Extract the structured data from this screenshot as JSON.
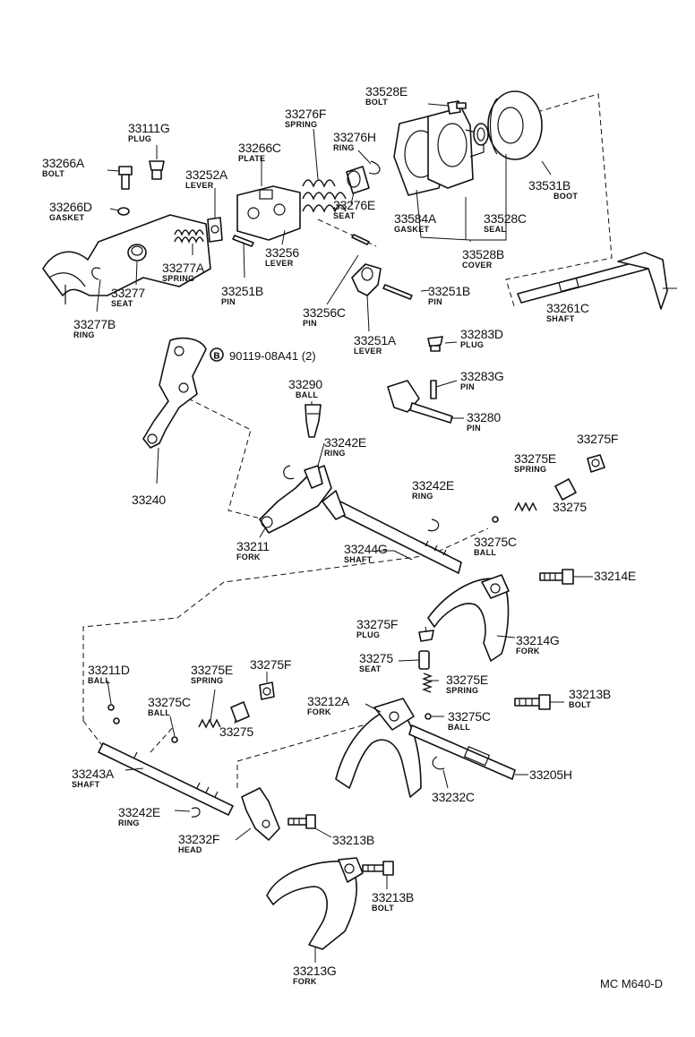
{
  "diagram_code": "MC M640-D",
  "callouts": [
    {
      "id": "bolt-33528e",
      "number": "33528E",
      "desc": "BOLT"
    },
    {
      "id": "spring-33276f",
      "number": "33276F",
      "desc": "SPRING"
    },
    {
      "id": "plug-33111g",
      "number": "33111G",
      "desc": "PLUG"
    },
    {
      "id": "ring-33276h",
      "number": "33276H",
      "desc": "RING"
    },
    {
      "id": "plate-33266c",
      "number": "33266C",
      "desc": "PLATE"
    },
    {
      "id": "bolt-33266a",
      "number": "33266A",
      "desc": "BOLT"
    },
    {
      "id": "lever-33252a",
      "number": "33252A",
      "desc": "LEVER"
    },
    {
      "id": "boot-33531b",
      "number": "33531B",
      "desc": "BOOT"
    },
    {
      "id": "gasket-33266d",
      "number": "33266D",
      "desc": "GASKET"
    },
    {
      "id": "seat-33276e",
      "number": "33276E",
      "desc": "SEAT"
    },
    {
      "id": "gasket-33584a",
      "number": "33584A",
      "desc": "GASKET"
    },
    {
      "id": "seal-33528c",
      "number": "33528C",
      "desc": "SEAL"
    },
    {
      "id": "lever-33256",
      "number": "33256",
      "desc": "LEVER"
    },
    {
      "id": "cover-33528b",
      "number": "33528B",
      "desc": "COVER"
    },
    {
      "id": "spring-33277a",
      "number": "33277A",
      "desc": "SPRING"
    },
    {
      "id": "seat-33277",
      "number": "33277",
      "desc": "SEAT"
    },
    {
      "id": "pin-33251b-left",
      "number": "33251B",
      "desc": "PIN"
    },
    {
      "id": "pin-33251b-right",
      "number": "33251B",
      "desc": "PIN"
    },
    {
      "id": "shaft-33261c",
      "number": "33261C",
      "desc": "SHAFT"
    },
    {
      "id": "pin-33256c",
      "number": "33256C",
      "desc": "PIN"
    },
    {
      "id": "ring-33277b",
      "number": "33277B",
      "desc": "RING"
    },
    {
      "id": "plug-33283d",
      "number": "33283D",
      "desc": "PLUG"
    },
    {
      "id": "lever-33251a",
      "number": "33251A",
      "desc": "LEVER"
    },
    {
      "id": "pin-33283g",
      "number": "33283G",
      "desc": "PIN"
    },
    {
      "id": "ball-33290",
      "number": "33290",
      "desc": "BALL"
    },
    {
      "id": "pin-33280",
      "number": "33280",
      "desc": "PIN"
    },
    {
      "id": "ring-33242e-top",
      "number": "33242E",
      "desc": "RING"
    },
    {
      "id": "plug-33275f-top",
      "number": "33275F",
      "desc": ""
    },
    {
      "id": "spring-33275e-top",
      "number": "33275E",
      "desc": "SPRING"
    },
    {
      "id": "part-33240",
      "number": "33240",
      "desc": ""
    },
    {
      "id": "ring-33242e-mid",
      "number": "33242E",
      "desc": "RING"
    },
    {
      "id": "seat-33275-top",
      "number": "33275",
      "desc": ""
    },
    {
      "id": "ball-33275c-top",
      "number": "33275C",
      "desc": "BALL"
    },
    {
      "id": "fork-33211",
      "number": "33211",
      "desc": "FORK"
    },
    {
      "id": "shaft-33244g",
      "number": "33244G",
      "desc": "SHAFT"
    },
    {
      "id": "bolt-33214e",
      "number": "33214E",
      "desc": ""
    },
    {
      "id": "plug-33275f-mid",
      "number": "33275F",
      "desc": "PLUG"
    },
    {
      "id": "fork-33214g",
      "number": "33214G",
      "desc": "FORK"
    },
    {
      "id": "seat-33275-mid",
      "number": "33275",
      "desc": "SEAT"
    },
    {
      "id": "ball-33211d",
      "number": "33211D",
      "desc": "BALL"
    },
    {
      "id": "spring-33275e-left",
      "number": "33275E",
      "desc": "SPRING"
    },
    {
      "id": "plug-33275f-left",
      "number": "33275F",
      "desc": ""
    },
    {
      "id": "spring-33275e-mid",
      "number": "33275E",
      "desc": "SPRING"
    },
    {
      "id": "bolt-33213b-right",
      "number": "33213B",
      "desc": "BOLT"
    },
    {
      "id": "fork-33212a",
      "number": "33212A",
      "desc": "FORK"
    },
    {
      "id": "ball-33275c-left",
      "number": "33275C",
      "desc": "BALL"
    },
    {
      "id": "ball-33275c-mid",
      "number": "33275C",
      "desc": "BALL"
    },
    {
      "id": "seat-33275-left",
      "number": "33275",
      "desc": ""
    },
    {
      "id": "shaft-33205h",
      "number": "33205H",
      "desc": ""
    },
    {
      "id": "shaft-33243a",
      "number": "33243A",
      "desc": "SHAFT"
    },
    {
      "id": "ring-33232c",
      "number": "33232C",
      "desc": ""
    },
    {
      "id": "ring-33242e-bottom",
      "number": "33242E",
      "desc": "RING"
    },
    {
      "id": "head-33232f",
      "number": "33232F",
      "desc": "HEAD"
    },
    {
      "id": "bolt-33213b-mid",
      "number": "33213B",
      "desc": ""
    },
    {
      "id": "bolt-33213b-bottom",
      "number": "33213B",
      "desc": "BOLT"
    },
    {
      "id": "fork-33213g",
      "number": "33213G",
      "desc": "FORK"
    }
  ],
  "bolt_callout": {
    "marker": "B",
    "number": "90119-08A41",
    "qty": "(2)"
  }
}
